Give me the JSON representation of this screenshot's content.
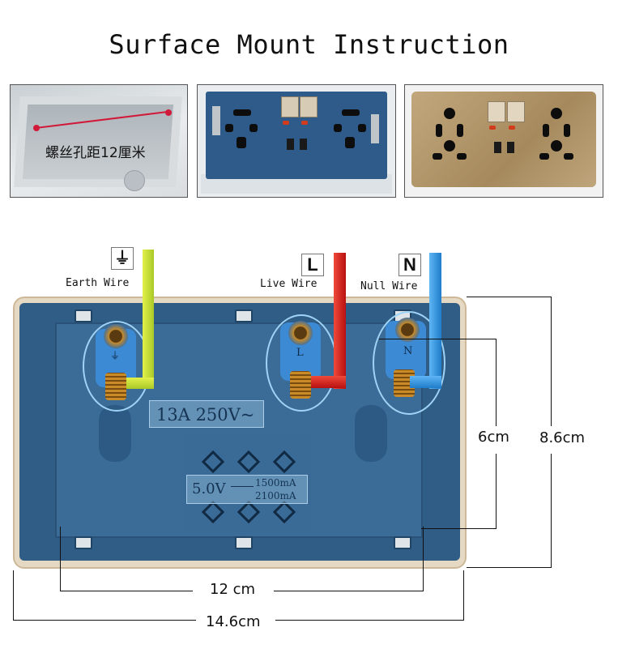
{
  "title": "Surface Mount Instruction",
  "photos": {
    "box_caption": "螺丝孔距12厘米"
  },
  "wires": {
    "earth": {
      "symbol": "⏚",
      "label": "Earth Wire",
      "color": "#c7e03a"
    },
    "live": {
      "symbol": "L",
      "label": "Live Wire",
      "color": "#e0262a"
    },
    "null": {
      "symbol": "N",
      "label": "Null Wire",
      "color": "#3a9be8"
    }
  },
  "terminals": {
    "earth_mark": "⏚",
    "live_mark": "L",
    "null_mark": "N"
  },
  "ratings": {
    "main": "13A 250V~",
    "usb_voltage": "5.0V",
    "usb_current_1": "1500mA",
    "usb_current_2": "2100mA"
  },
  "dimensions": {
    "inner_height": "6cm",
    "outer_height": "8.6cm",
    "inner_width": "12 cm",
    "outer_width": "14.6cm"
  }
}
